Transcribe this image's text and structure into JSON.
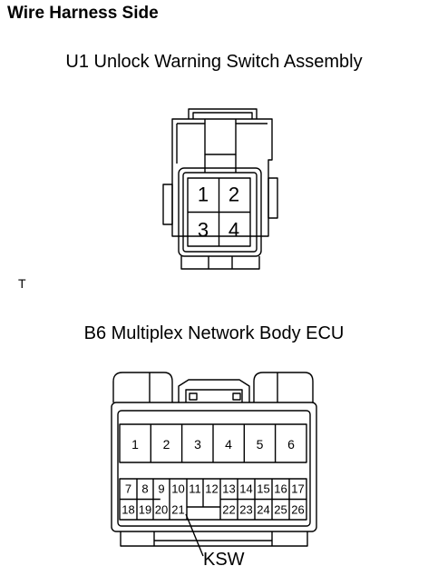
{
  "heading": "Wire Harness Side",
  "u1": {
    "title": "U1 Unlock Warning Switch Assembly",
    "pins": [
      "1",
      "2",
      "3",
      "4"
    ]
  },
  "stray_mark": "T",
  "b6": {
    "title": "B6 Multiplex Network Body ECU",
    "top_pins": [
      "1",
      "2",
      "3",
      "4",
      "5",
      "6"
    ],
    "row1_pins": [
      "7",
      "8",
      "9",
      "10",
      "11",
      "12",
      "13",
      "14",
      "15",
      "16",
      "17"
    ],
    "row2_pins": [
      "18",
      "19",
      "20",
      "21",
      "",
      "",
      "22",
      "23",
      "24",
      "25",
      "26"
    ],
    "callout": "KSW"
  },
  "colors": {
    "line": "#000000",
    "background": "#ffffff"
  }
}
